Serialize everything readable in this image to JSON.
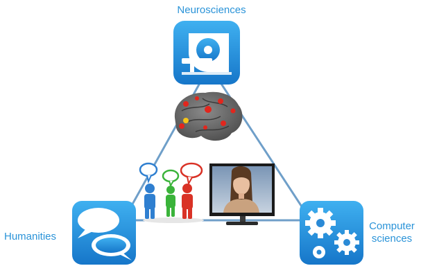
{
  "diagram": {
    "vertices": {
      "top": "Neurosciences",
      "left": "Humanities",
      "right_line1": "Computer",
      "right_line2": "sciences"
    },
    "colors": {
      "accent": "#2a93d8",
      "triangle": "#6f9fc9",
      "brain": "#6b6b6b",
      "activation": "#e2261d",
      "person_blue": "#2f7fd0",
      "person_green": "#3ab33a",
      "person_red": "#d93226"
    },
    "icons": {
      "top": "mri-scanner-icon",
      "left": "speech-bubbles-icon",
      "right": "gears-icon",
      "center_top": "brain-image",
      "center_left": "people-talking-image",
      "center_right": "virtual-agent-monitor-image"
    }
  }
}
